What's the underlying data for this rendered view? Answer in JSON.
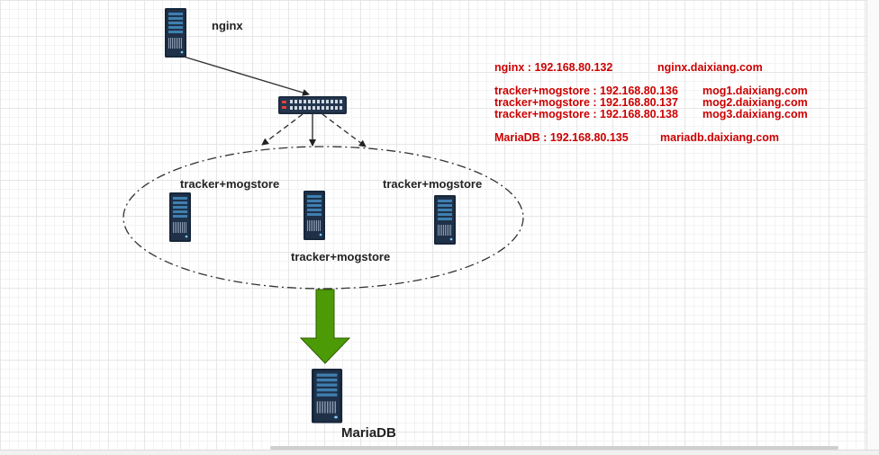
{
  "nodes": {
    "nginx_label": "nginx",
    "tracker_label": "tracker+mogstore",
    "mariadb_label": "MariaDB"
  },
  "info": [
    {
      "left": "nginx : 192.168.80.132",
      "right": "nginx.daixiang.com"
    },
    {
      "left": "tracker+mogstore : 192.168.80.136",
      "right": "mog1.daixiang.com"
    },
    {
      "left": "tracker+mogstore : 192.168.80.137",
      "right": "mog2.daixiang.com"
    },
    {
      "left": "tracker+mogstore : 192.168.80.138",
      "right": "mog3.daixiang.com"
    },
    {
      "left": "MariaDB : 192.168.80.135",
      "right": "mariadb.daixiang.com"
    }
  ],
  "colors": {
    "info_text": "#cc0000",
    "arrow_fill": "#4c9a06",
    "server_body": "#17263a",
    "switch_body": "#1c2b3f"
  }
}
